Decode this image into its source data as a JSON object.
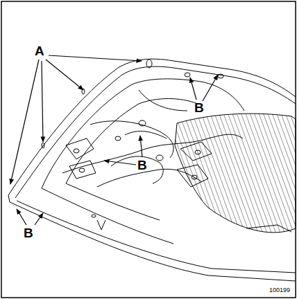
{
  "diagram": {
    "labels": [
      "A",
      "B",
      "B",
      "B",
      "100199"
    ]
  }
}
